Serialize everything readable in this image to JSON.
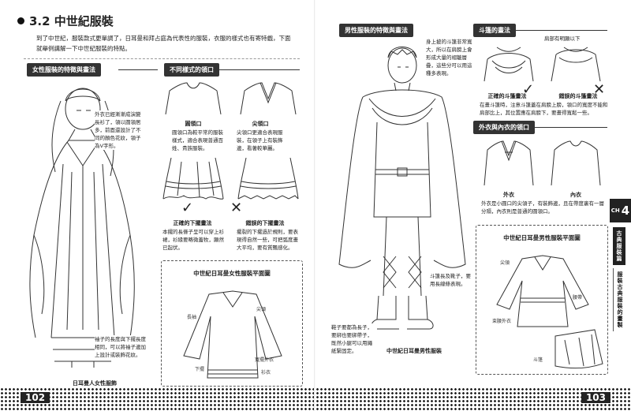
{
  "left": {
    "section_title": "3.2 中世紀服裝",
    "intro_text": "到了中世紀，服裝款式更單調了，日耳曼和拜占庭為代表性的服裝，衣服的樣式也有寄特戲，下面就舉例講解一下中世紀服裝的特點。",
    "female_heading": "女性服裝的特徵與畫法",
    "neckline_heading": "不同樣式的領口",
    "female_note": "外衣已經漸漸成演變長衫了，領以圓領居多，前面還設計了不同的顏色花紋，領子為V字形。",
    "sleeve_note": "袖子的長度與下擺長度相同，可以將袖子邊加上設計或裝飾花紋。",
    "female_caption": "日耳曼人女性服飾",
    "round_neck_label": "圓領口",
    "round_neck_text": "圓領口為較平常的服裝樣式，適合表現普通百姓、貴族服裝。",
    "v_neck_label": "尖領口",
    "v_neck_text": "尖領口更適合表現服裝，在領子上有裝飾邊，看著較華麗。",
    "correct_hem_label": "正確的下擺畫法",
    "correct_hem_text": "本擺的長條子呈可以穿上衫裙，衫緣要略微蓋牧，顯然已起伏。",
    "wrong_hem_label": "錯誤的下擺畫法",
    "wrong_hem_text": "擺裂的下擺過於規則，要表現得自然一些，可把弧度畫大平均，要有質飄感化。",
    "female_plan_title": "中世紀日耳曼女性服裝平面圖",
    "female_plan_labels": [
      "長袖",
      "尖領",
      "下擺",
      "寬擺外衣",
      "衫衣"
    ],
    "page_number": "102"
  },
  "right": {
    "male_heading": "男性服裝的特徵與畫法",
    "male_note": "身上披的斗篷非常寬大，所以在肩膀上會形成大量的褶皺層疊，這些分可以用這種多表現。",
    "boot_note": "斗篷長及靴子，要用長線條表現。",
    "shoe_note": "鞋子要都為長子，要綁也要綁帶子，既然小腿可以用繩紙緊固定。",
    "male_caption": "中世紀日耳曼男性服裝",
    "cape_heading": "斗篷的畫法",
    "cape_top_note": "肩部有明顯以下",
    "cape_correct_label": "正確的斗篷畫法",
    "cape_wrong_label": "錯誤的斗篷畫法",
    "cape_text": "在畫斗篷時，注意斗篷蓋在肩膀上膀，領口的寬度不能和肩部比上，其位置應在肩膀下，要畫得寬鬆一些。",
    "coat_heading": "外衣與內衣的領口",
    "outer_label": "外衣",
    "inner_label": "內衣",
    "coat_text": "外衣是小圓口的尖領子，有裝飾邊，且在帶度裏有一層分隔，內衣則是普通的圓領口。",
    "male_plan_title": "中世紀日耳曼男性服裝平面圖",
    "male_plan_labels": [
      "尖領",
      "腰帶",
      "束腰外衣",
      "斗篷"
    ],
    "page_number": "103",
    "chapter": "CH",
    "chapter_number": "4",
    "side_tab_a": "古典服裝篇",
    "side_tab_b": "服裝古典服裝的畫製"
  }
}
